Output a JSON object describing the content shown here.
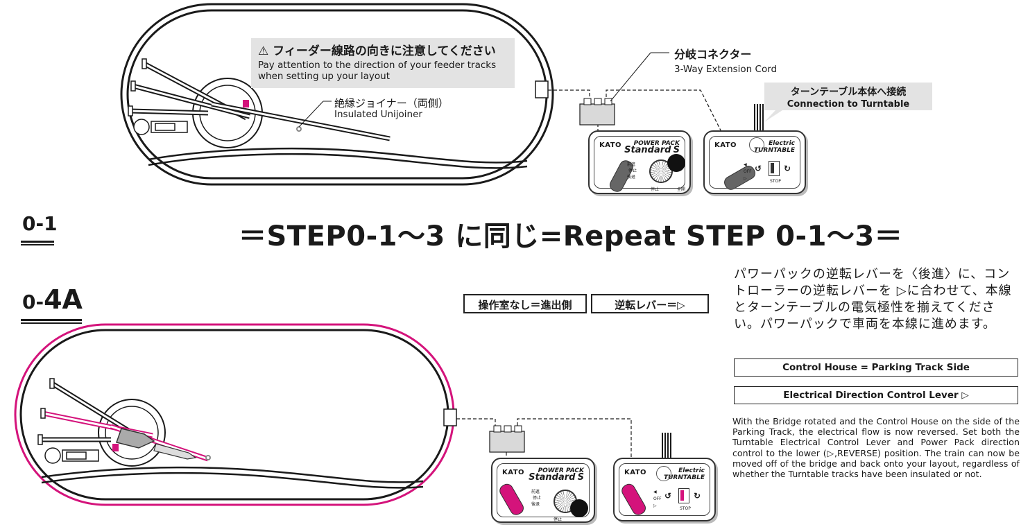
{
  "top_diagram": {
    "warning_title": "フィーダー線路の向きに注意してください",
    "warning_text": "Pay attention to the direction of your feeder tracks when setting up your layout",
    "joiner_label_jp": "絶縁ジョイナー（両側）",
    "joiner_label_en": "Insulated Unijoiner",
    "cord_label_jp": "分岐コネクター",
    "cord_label_en": "3-Way Extension Cord",
    "turntable_conn_jp": "ターンテーブル本体へ接続",
    "turntable_conn_en": "Connection to Turntable"
  },
  "power_pack": {
    "brand": "KATO",
    "title_small": "POWER PACK",
    "title_big": "Standard",
    "title_mark": "S",
    "lever_labels": [
      "前進",
      "停止",
      "後退"
    ],
    "dial_min": "停止",
    "dial_max": "全開"
  },
  "turntable_ctrl": {
    "brand": "KATO",
    "title_small": "Electric",
    "title_big": "TURNTABLE",
    "off_label": "OFF",
    "stop_label": "STOP",
    "left_arrow": "◀",
    "right_arrow": "▷"
  },
  "step_a": {
    "tag_prefix": "0-",
    "tag_number": "1",
    "banner": "＝STEP0-1～3 に同じ=Repeat STEP 0-1～3＝"
  },
  "step_b": {
    "tag_prefix": "0-",
    "tag_number": "4A",
    "tag_house": "操作室なし＝進出側",
    "tag_lever": "逆転レバー＝▷",
    "jp_text": "パワーパックの逆転レバーを〈後進〉に、コントローラーの逆転レバーを ▷に合わせて、本線とターンテーブルの電気極性を揃えてください。パワーパックで車両を本線に進めます。",
    "en_box_1": "Control House = Parking Track Side",
    "en_box_2": "Electrical Direction Control Lever ▷",
    "en_text": "With the Bridge rotated and the Control House on the side of the Parking Track, the electrical flow is now reversed. Set both the Turntable Electrical Control Lever and Power Pack direction control to the lower (▷,REVERSE) position. The train can now be moved off of the bridge and back onto your layout, regardless of whether the Turntable tracks have been insulated or not."
  },
  "colors": {
    "track": "#1a1a1a",
    "highlight": "#d4137b",
    "callout_bg": "#e3e3e3"
  }
}
